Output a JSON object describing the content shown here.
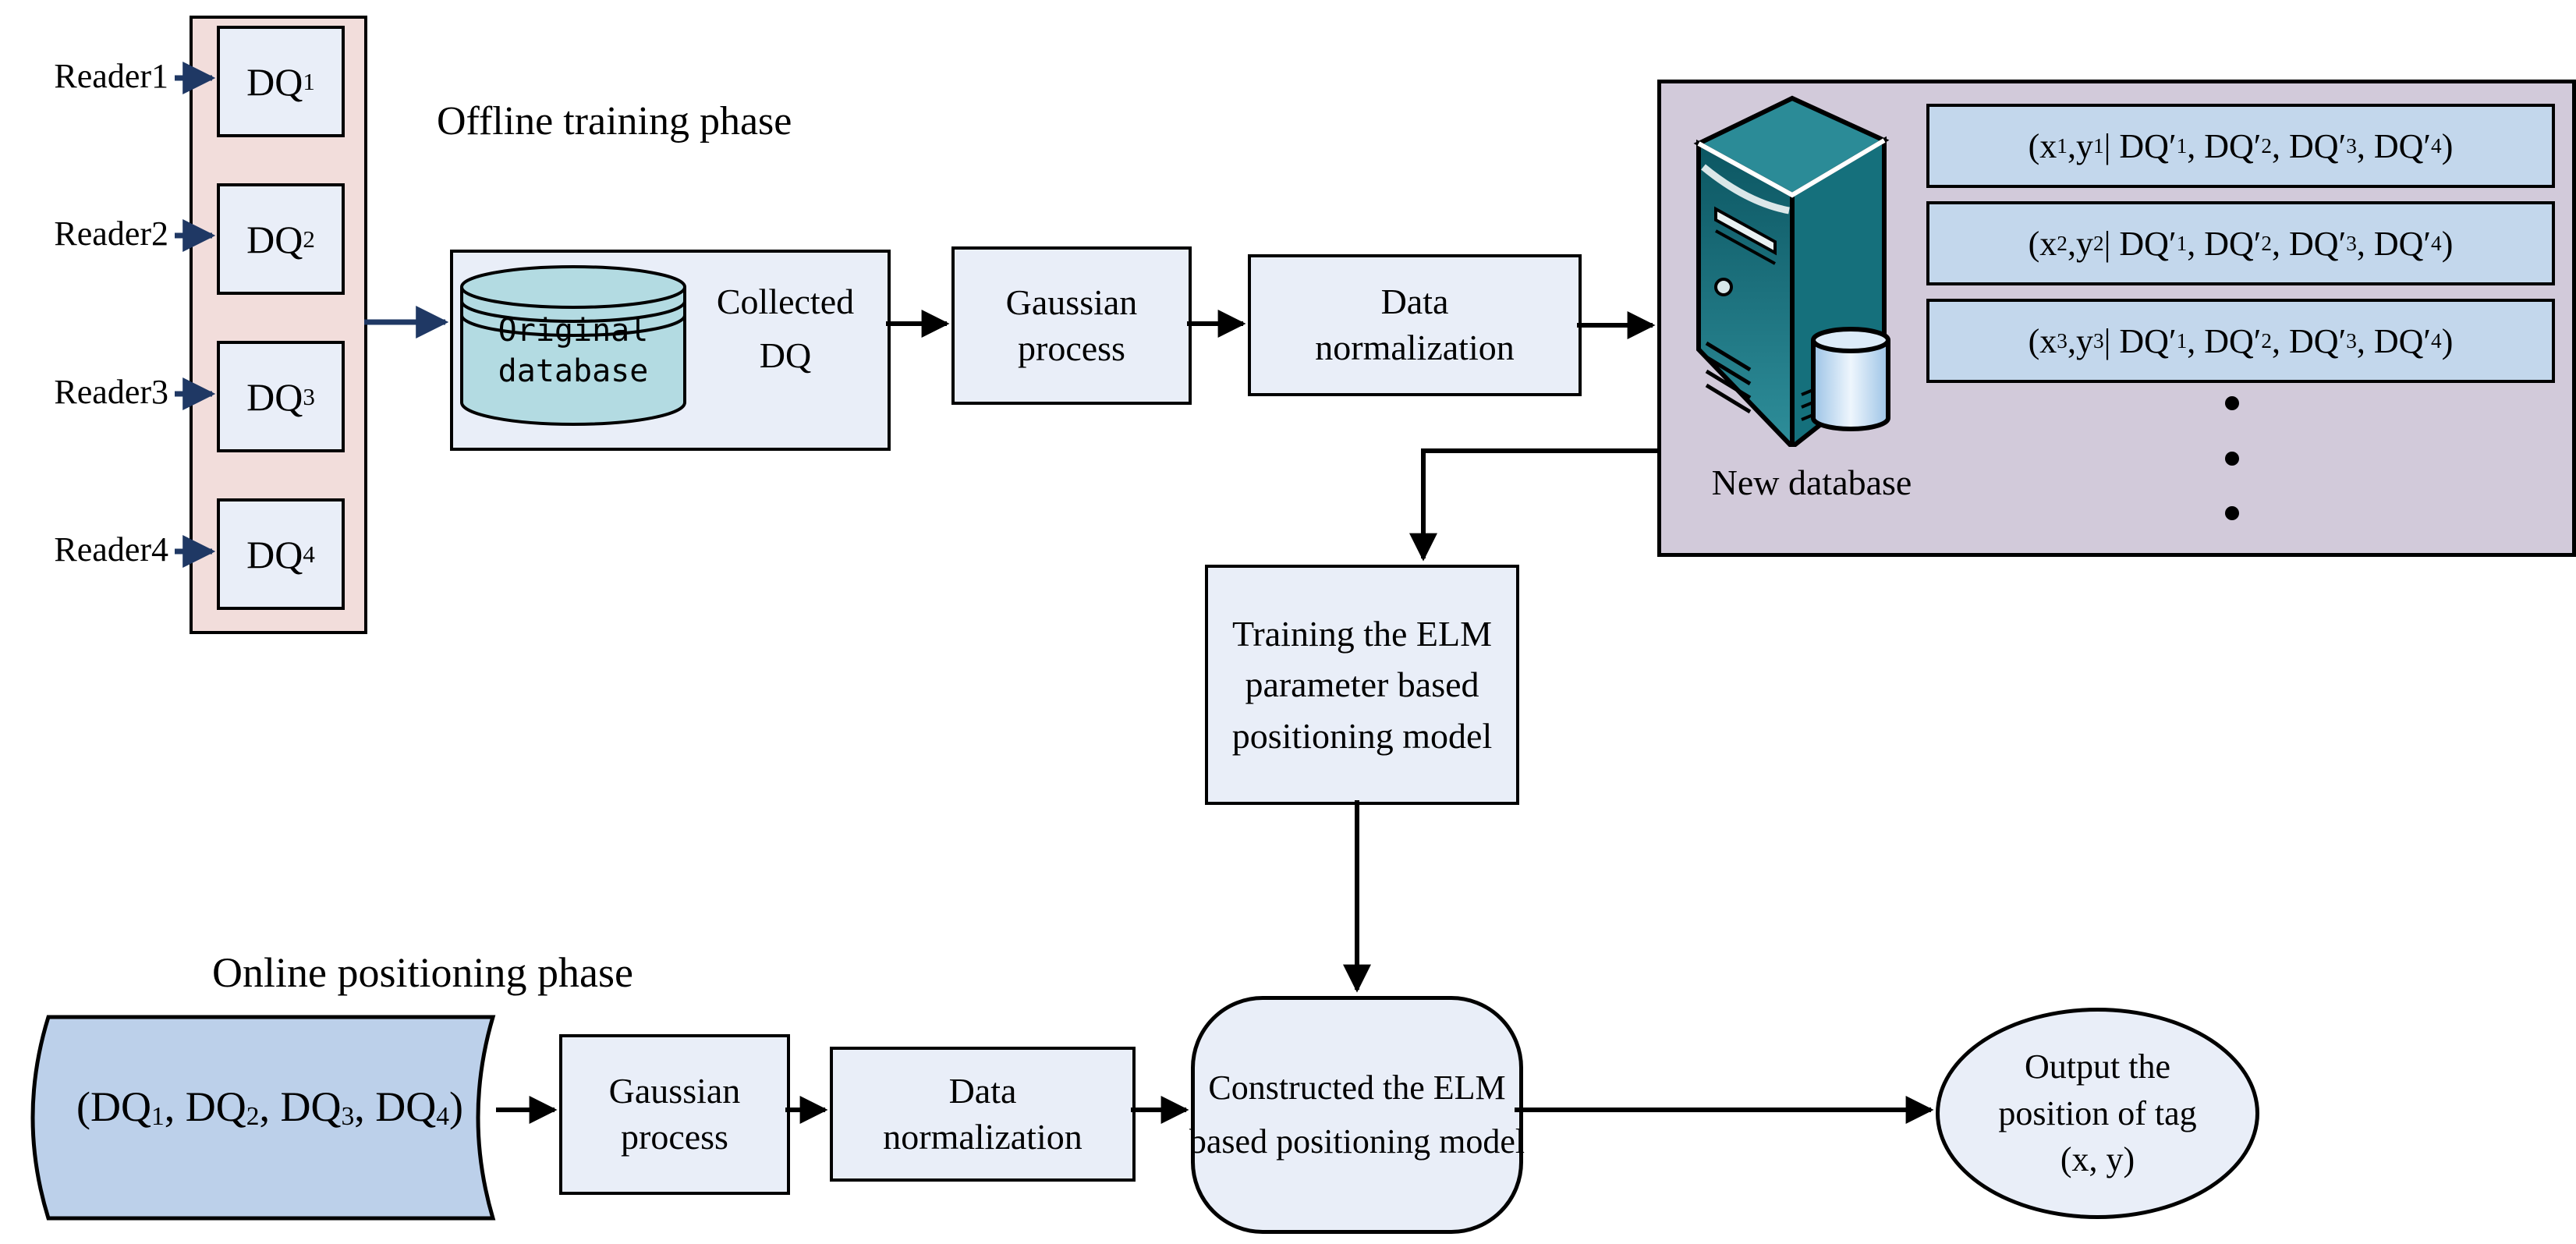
{
  "colors": {
    "navy": "#1f3864",
    "black": "#000000",
    "box_fill": "#e9eef8",
    "pink_fill": "#f2dddb",
    "purple_fill": "#d2cada",
    "row_fill": "#c3d7ec",
    "input_fill": "#bcd0ea",
    "cylinder_fill": "#b3dbe2",
    "server_dark": "#0c5662",
    "server_mid": "#2b8b97",
    "server_side": "#15707c",
    "small_cylinder_fill": "#cfe4f6"
  },
  "offline": {
    "title": "Offline training phase",
    "readers": [
      {
        "label": "Reader1",
        "dq": [
          {
            "t": "DQ"
          },
          {
            "s": "1"
          }
        ]
      },
      {
        "label": "Reader2",
        "dq": [
          {
            "t": "DQ"
          },
          {
            "s": "2"
          }
        ]
      },
      {
        "label": "Reader3",
        "dq": [
          {
            "t": "DQ"
          },
          {
            "s": "3"
          }
        ]
      },
      {
        "label": "Reader4",
        "dq": [
          {
            "t": "DQ"
          },
          {
            "s": "4"
          }
        ]
      }
    ],
    "collected": {
      "database_label": "Original\ndatabase",
      "caption": "Collected\nDQ"
    },
    "gaussian": "Gaussian\nprocess",
    "normalization": "Data\nnormalization",
    "new_database": {
      "label": "New database",
      "rows": [
        [
          {
            "t": "(x"
          },
          {
            "s": "1"
          },
          {
            "t": ",y"
          },
          {
            "s": "1"
          },
          {
            "t": "| DQ′"
          },
          {
            "s": "1"
          },
          {
            "t": ", DQ′"
          },
          {
            "s": "2"
          },
          {
            "t": ", DQ′"
          },
          {
            "s": "3"
          },
          {
            "t": ", DQ′"
          },
          {
            "s": "4"
          },
          {
            "t": ")"
          }
        ],
        [
          {
            "t": "(x"
          },
          {
            "s": "2"
          },
          {
            "t": ",y"
          },
          {
            "s": "2"
          },
          {
            "t": "| DQ′"
          },
          {
            "s": "1"
          },
          {
            "t": ", DQ′"
          },
          {
            "s": "2"
          },
          {
            "t": ", DQ′"
          },
          {
            "s": "3"
          },
          {
            "t": ", DQ′"
          },
          {
            "s": "4"
          },
          {
            "t": ")"
          }
        ],
        [
          {
            "t": "(x"
          },
          {
            "s": "3"
          },
          {
            "t": ",y"
          },
          {
            "s": "3"
          },
          {
            "t": "| DQ′"
          },
          {
            "s": "1"
          },
          {
            "t": ", DQ′"
          },
          {
            "s": "2"
          },
          {
            "t": ", DQ′"
          },
          {
            "s": "3"
          },
          {
            "t": ", DQ′"
          },
          {
            "s": "4"
          },
          {
            "t": ")"
          }
        ]
      ]
    },
    "training": "Training the ELM\nparameter based\npositioning model"
  },
  "online": {
    "title": "Online positioning phase",
    "input": [
      {
        "t": "(DQ"
      },
      {
        "s": "1"
      },
      {
        "t": ", DQ"
      },
      {
        "s": "2"
      },
      {
        "t": ", DQ"
      },
      {
        "s": "3"
      },
      {
        "t": ", DQ"
      },
      {
        "s": "4"
      },
      {
        "t": ")"
      }
    ],
    "gaussian": "Gaussian\nprocess",
    "normalization": "Data\nnormalization",
    "constructed": "Constructed the ELM\nbased positioning model",
    "output": "Output the\nposition of tag\n(x, y)"
  }
}
